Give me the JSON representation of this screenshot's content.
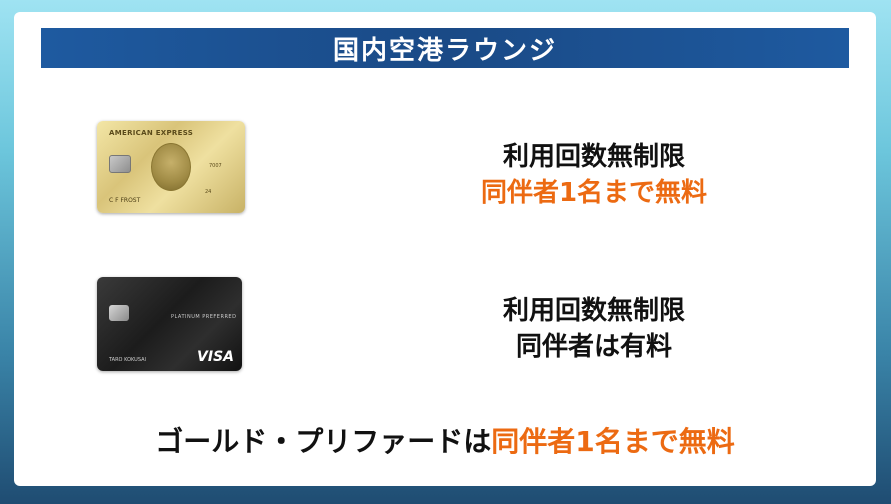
{
  "header": {
    "title": "国内空港ラウンジ"
  },
  "gold_card": {
    "brand": "AMERICAN EXPRESS",
    "number_fragment": "7007",
    "number_fragment_2": "24",
    "holder": "C F FROST"
  },
  "gold_info": {
    "line1": "利用回数無制限",
    "line2": "同伴者1名まで無料"
  },
  "black_card": {
    "tier": "PLATINUM PREFERRED",
    "holder": "TARO KOKUSAI",
    "network": "VISA"
  },
  "black_info": {
    "line1": "利用回数無制限",
    "line2": "同伴者は有料"
  },
  "summary": {
    "prefix": "ゴールド・プリファードは",
    "highlight": "同伴者1名まで無料"
  },
  "colors": {
    "header_bg": "#1e5aa0",
    "accent_orange": "#ec6a12",
    "text": "#111111"
  }
}
